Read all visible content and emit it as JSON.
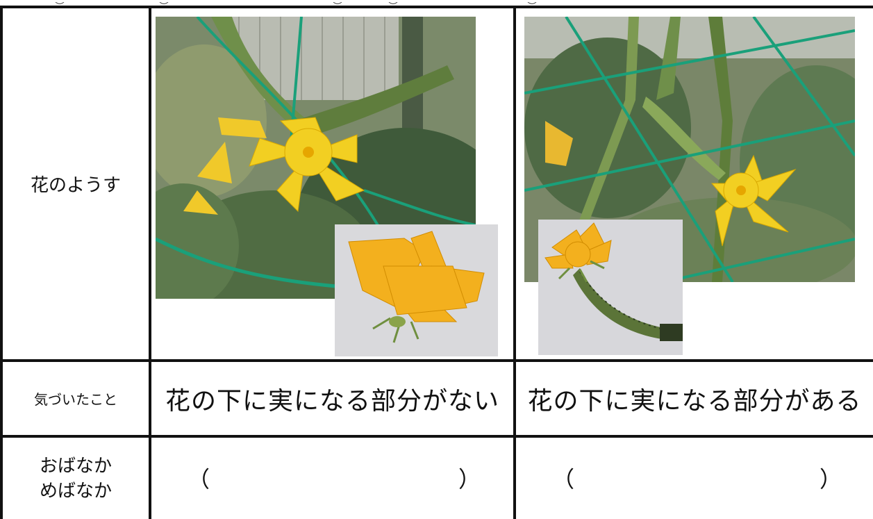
{
  "table": {
    "row1_label": "花のようす",
    "row2_label": "気づいたこと",
    "row3_label_line1": "おばなか",
    "row3_label_line2": "めばなか",
    "col1_observation": "花の下に実になる部分がない",
    "col2_observation": "花の下に実になる部分がある",
    "paren_open": "（",
    "paren_close": "）"
  },
  "colors": {
    "border": "#111111",
    "leaf_dark": "#3f5a3a",
    "leaf_mid": "#5d7a4d",
    "stem": "#6f8f4a",
    "net": "#1aa07a",
    "flower": "#f2cf22",
    "flower_orange": "#f3b01e",
    "photo_bg": "#d9d9dc"
  }
}
